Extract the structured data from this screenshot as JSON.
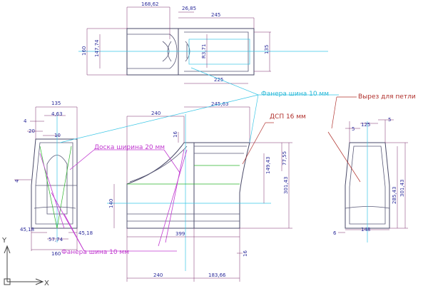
{
  "notes": {
    "plywood_top": "Фанера шина 10 мм",
    "cutout": "Вырез для петли",
    "chipboard": "ДСП 16 мм",
    "board": "Доска ширина 20 мм",
    "plywood_bottom": "Фанера шина 10 мм"
  },
  "top_view": {
    "d1": "168,62",
    "d2": "26,85",
    "d3": "245",
    "d4": "160",
    "d5": "147,74",
    "d6": "R3,71",
    "d7": "135",
    "d8": "225"
  },
  "left_view": {
    "d1": "135",
    "d2": "4",
    "d3": "4,63",
    "d4": "20",
    "d5": "10",
    "d6": "4",
    "d7": "45,18",
    "d8": "57,74",
    "d9": "45,18",
    "d10": "160"
  },
  "front_view": {
    "d1": "240",
    "d2": "245,63",
    "d3": "16",
    "d4": "149,43",
    "d5": "77,55",
    "d6": "301,43",
    "d7": "140",
    "d8": "399",
    "d9": "16",
    "d10": "240",
    "d11": "183,66"
  },
  "right_view": {
    "d1": "5",
    "d2": "125",
    "d3": "5",
    "d4": "285,43",
    "d5": "301,43",
    "d6": "6",
    "d7": "148"
  },
  "axes": {
    "y": "Y",
    "x": "X"
  },
  "colors": {
    "dimension": "#2a2a9a",
    "magenta": "#c13ad0",
    "cyan": "#22b6d6",
    "red": "#b0302c",
    "green": "#2ab42a"
  }
}
